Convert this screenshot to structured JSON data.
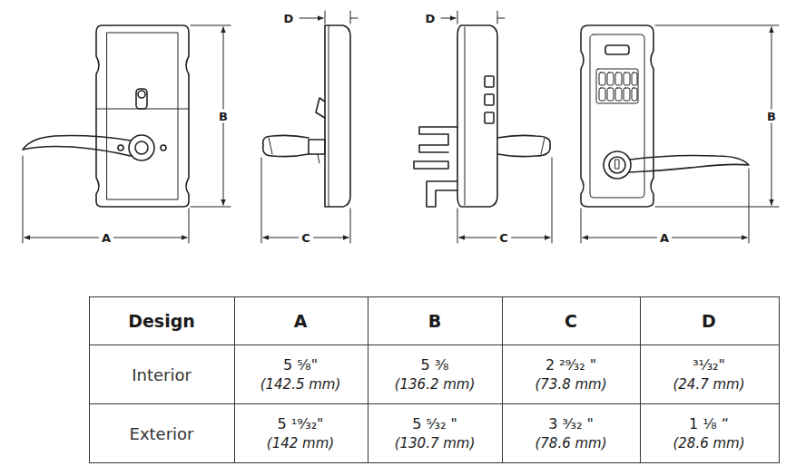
{
  "diagram": {
    "labels": [
      "D",
      "D",
      "B",
      "B",
      "A",
      "C",
      "C",
      "A",
      "Design",
      "A",
      "B",
      "C",
      "D",
      "Interior",
      "5 ⁵⁄₈\"",
      "(142.5 mm)",
      "5 ³⁄₈",
      "(136.2 mm)",
      "2 ²⁹⁄₃₂ \"",
      "(73.8 mm)",
      "³¹⁄₃₂\"",
      "(24.7 mm)",
      "Exterior",
      "5 ¹⁹⁄₃₂\"",
      "(142 mm)",
      "5 ⁵⁄₃₂ \"",
      "(130.7 mm)",
      "3 ³⁄₃₂ \"",
      "(78.6 mm)",
      "1 ¹⁄₈ “",
      "(28.6 mm)"
    ]
  }
}
